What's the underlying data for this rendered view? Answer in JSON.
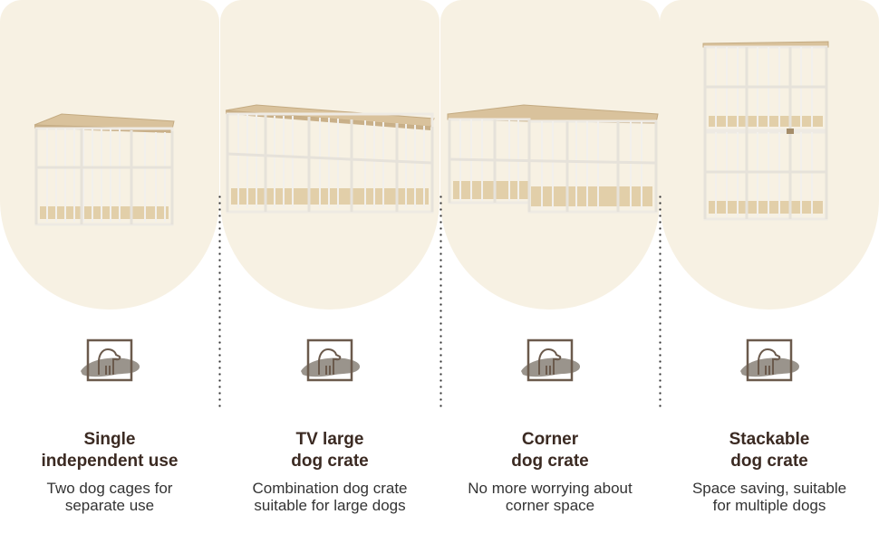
{
  "colors": {
    "arch_background": "#f7f1e3",
    "frame_white": "#f6f5f2",
    "wood_top": "#d9c29c",
    "title_text": "#3b2a22",
    "icon_stroke": "#6b5a4c",
    "brush_gray": "#9a948c"
  },
  "panels": [
    {
      "icon": "dog-in-crate-icon",
      "title_line1": "Single",
      "title_line2": "independent use",
      "sub_line1": "Two dog cages for",
      "sub_line2": "separate use"
    },
    {
      "icon": "dog-in-crate-icon",
      "title_line1": "TV large",
      "title_line2": "dog crate",
      "sub_line1": "Combination dog crate",
      "sub_line2": "suitable for large dogs"
    },
    {
      "icon": "dog-in-crate-icon",
      "title_line1": "Corner",
      "title_line2": "dog crate",
      "sub_line1": "No more worrying about",
      "sub_line2": "corner space"
    },
    {
      "icon": "dog-in-crate-icon",
      "title_line1": "Stackable",
      "title_line2": "dog crate",
      "sub_line1": "Space saving, suitable",
      "sub_line2": "for multiple dogs"
    }
  ]
}
